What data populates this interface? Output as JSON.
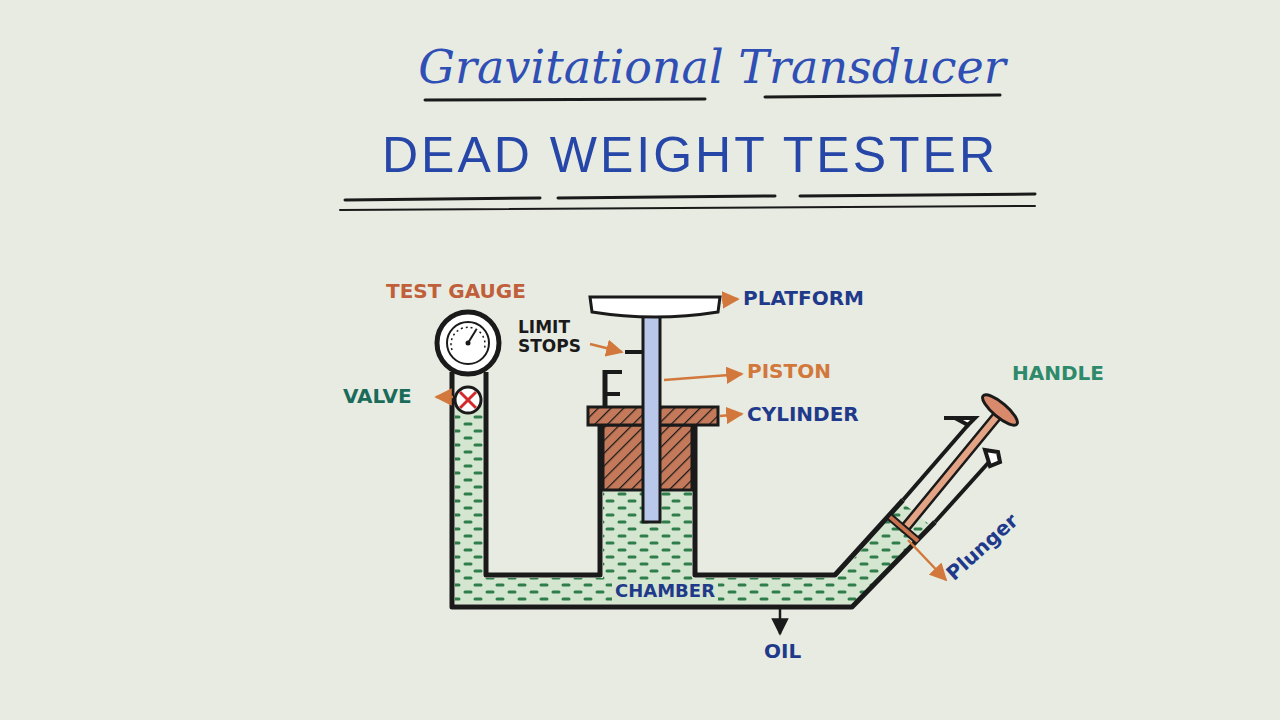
{
  "diagram": {
    "title": "Gravitational Transducer",
    "labels": [
      "DEAD WEIGHT TESTER",
      "TEST GAUGE",
      "PLATFORM",
      "LIMIT STOPS",
      "PISTON",
      "VALVE",
      "CYLINDER",
      "HANDLE",
      "Plunger",
      "CHAMBER",
      "OIL"
    ]
  }
}
